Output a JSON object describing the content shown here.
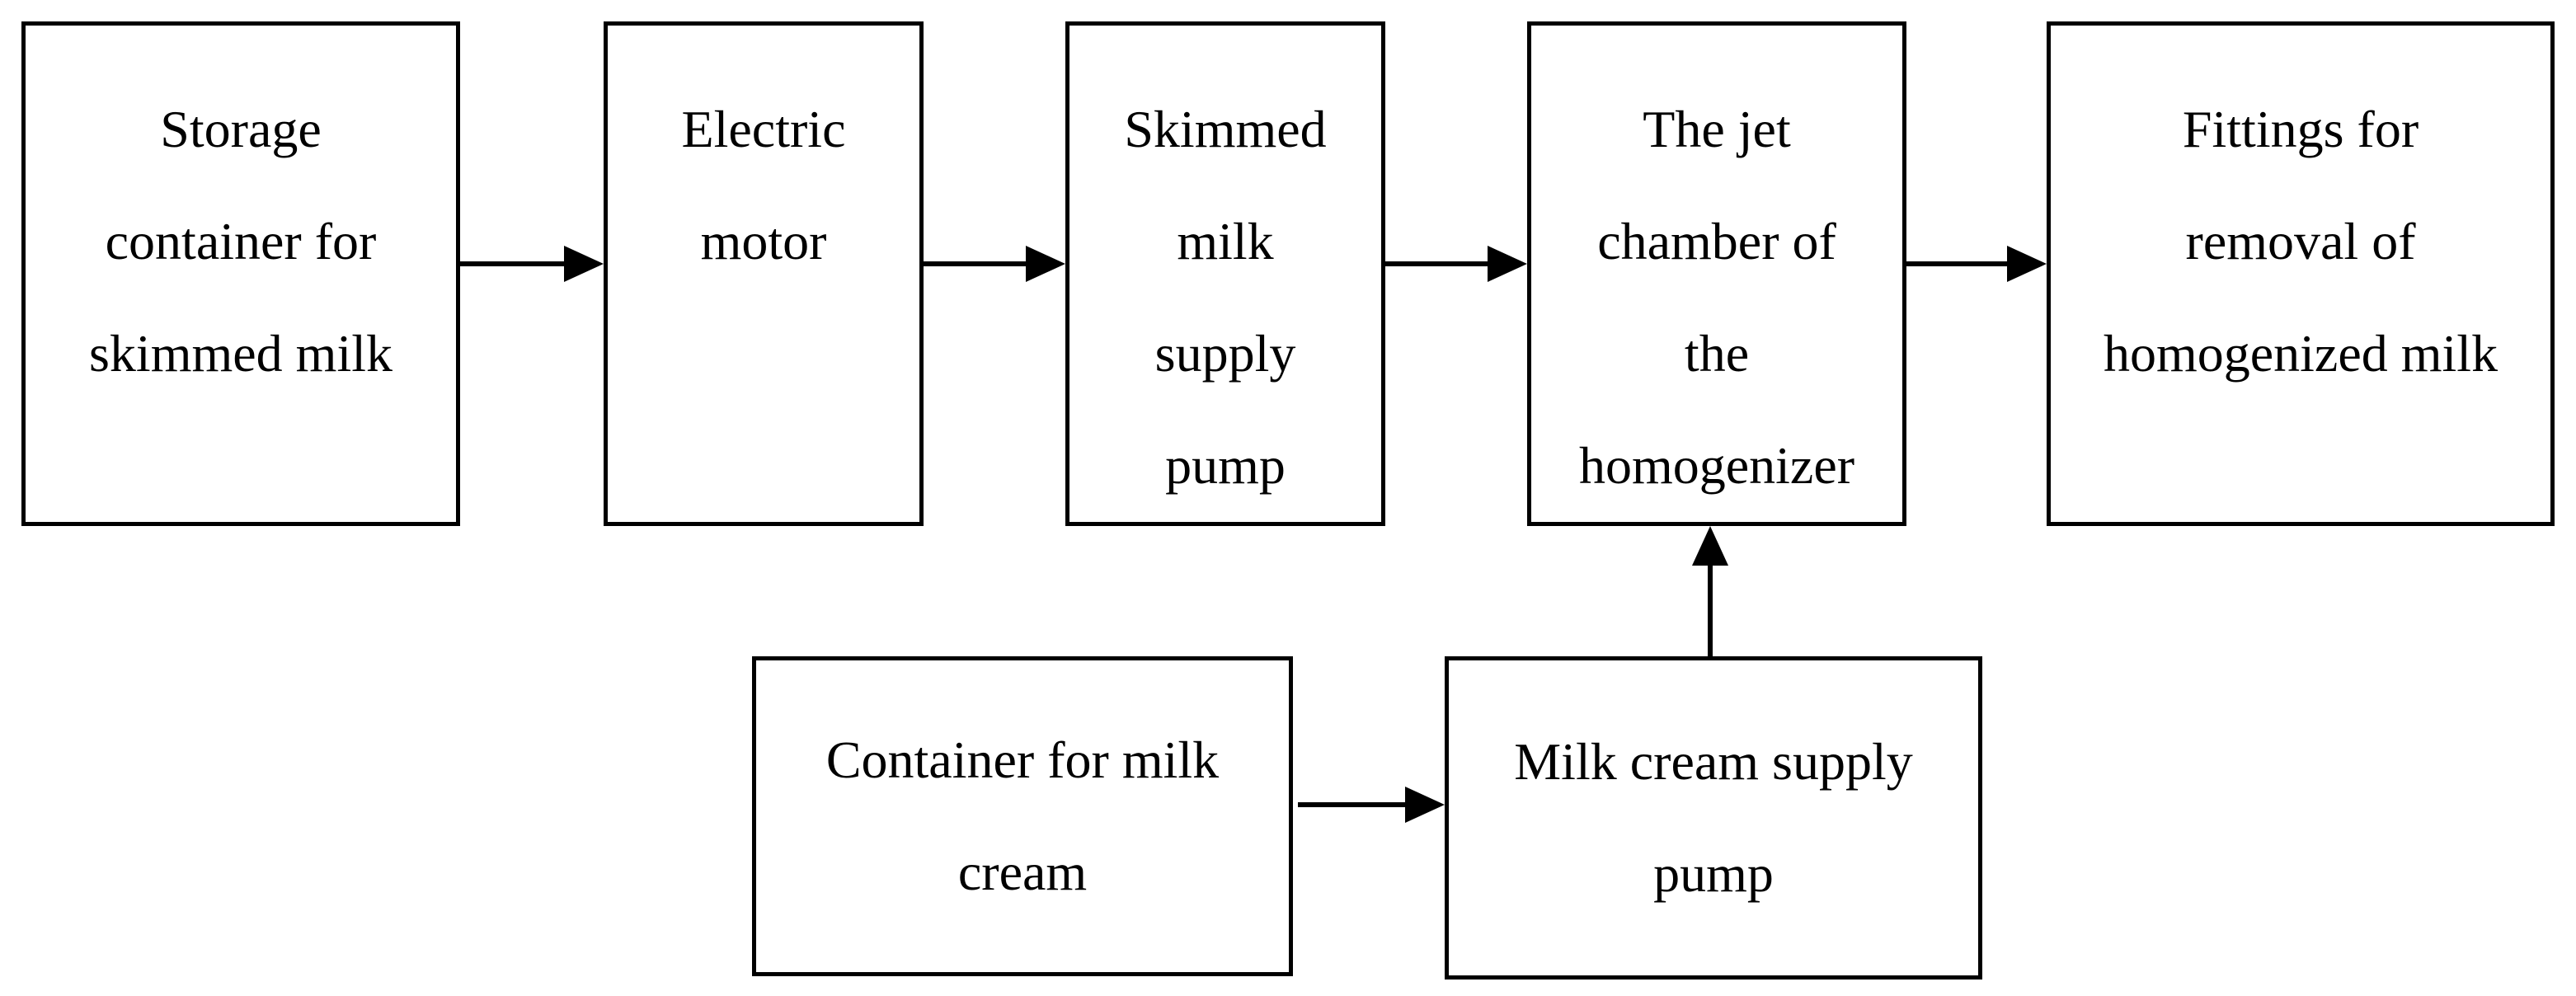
{
  "diagram": {
    "nodes": [
      {
        "id": "storage",
        "lines": [
          "Storage",
          "container for",
          "skimmed milk"
        ]
      },
      {
        "id": "motor",
        "lines": [
          "Electric",
          "motor"
        ]
      },
      {
        "id": "skim_pump",
        "lines": [
          "Skimmed",
          "milk",
          "supply",
          "pump"
        ]
      },
      {
        "id": "jet_chamber",
        "lines": [
          "The jet",
          "chamber of",
          "the",
          "homogenizer"
        ]
      },
      {
        "id": "fittings",
        "lines": [
          "Fittings for",
          "removal of",
          "homogenized milk"
        ]
      },
      {
        "id": "cream_container",
        "lines": [
          "Container for milk",
          "cream"
        ]
      },
      {
        "id": "cream_pump",
        "lines": [
          "Milk cream supply",
          "pump"
        ]
      }
    ],
    "edges": [
      {
        "from": "storage",
        "to": "motor"
      },
      {
        "from": "motor",
        "to": "skim_pump"
      },
      {
        "from": "skim_pump",
        "to": "jet_chamber"
      },
      {
        "from": "jet_chamber",
        "to": "fittings"
      },
      {
        "from": "cream_container",
        "to": "cream_pump"
      },
      {
        "from": "cream_pump",
        "to": "jet_chamber"
      }
    ],
    "colors": {
      "stroke": "#000000",
      "fill": "#ffffff",
      "text": "#000000"
    }
  }
}
